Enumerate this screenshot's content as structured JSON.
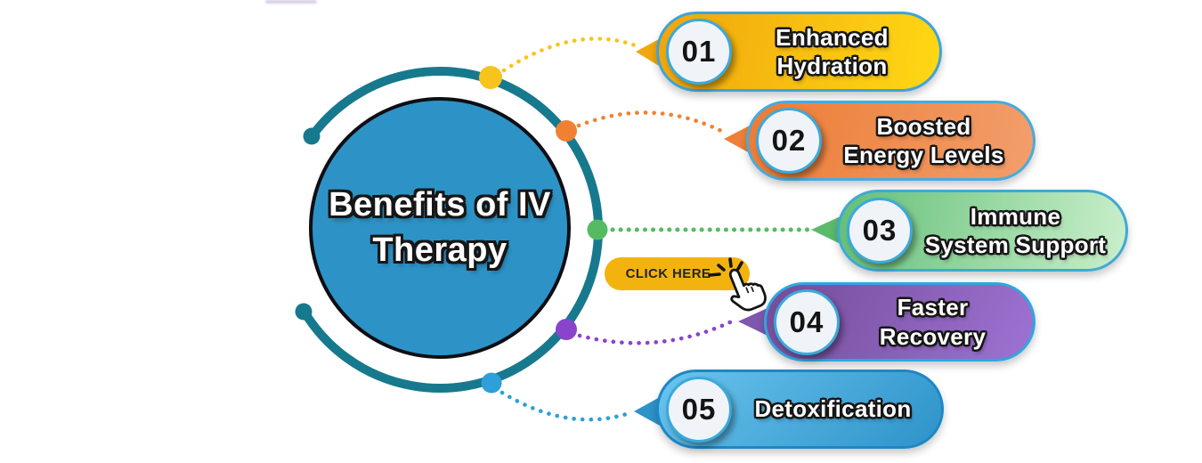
{
  "title": {
    "line1": "Benefits of IV",
    "line2": "Therapy"
  },
  "hub": {
    "fill_color": "#2D93C7",
    "ring_color": "#17798D"
  },
  "cta": {
    "label": "CLICK HERE",
    "background": "#F3B30F",
    "icon": "hand-click-cursor"
  },
  "benefits": [
    {
      "number": "01",
      "lines": [
        "Enhanced",
        "Hydration"
      ],
      "accent": "#F7C41D",
      "fill_from": "#F0A50C",
      "fill_to": "#FFD814",
      "border": "#3FA3D8"
    },
    {
      "number": "02",
      "lines": [
        "Boosted",
        "Energy Levels"
      ],
      "accent": "#F08134",
      "fill_from": "#EC7C33",
      "fill_to": "#F29E6C",
      "border": "#47ABDE"
    },
    {
      "number": "03",
      "lines": [
        "Immune",
        "System Support"
      ],
      "accent": "#55BB63",
      "fill_from": "#64BF78",
      "fill_to": "#C9EFCB",
      "border": "#3FA9D4"
    },
    {
      "number": "04",
      "lines": [
        "Faster Recovery"
      ],
      "accent": "#8A44CC",
      "fill_from": "#744C98",
      "fill_to": "#9D72D3",
      "border": "#2EA7DE"
    },
    {
      "number": "05",
      "lines": [
        "Detoxification"
      ],
      "accent": "#2E9FD9",
      "fill_from": "#6AC4EE",
      "fill_to": "#2E93C9",
      "border": "#1E87C4"
    }
  ]
}
